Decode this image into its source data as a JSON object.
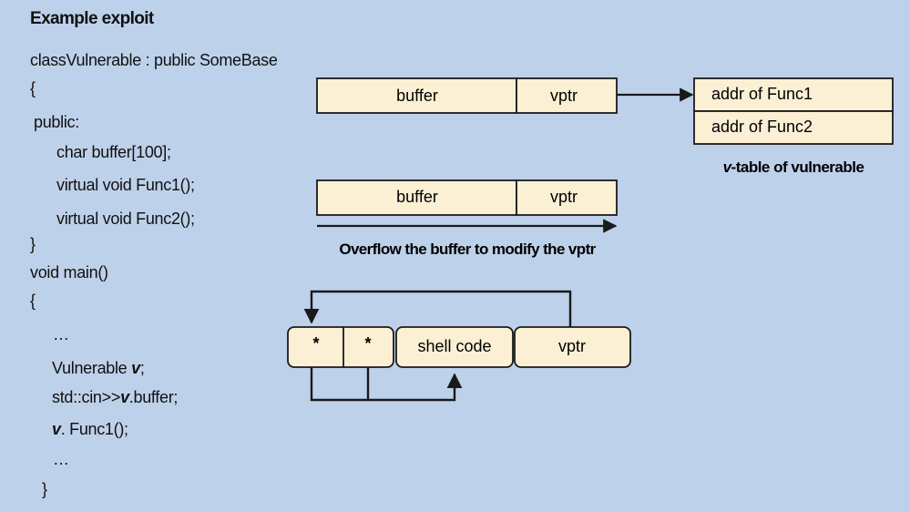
{
  "title": "Example exploit",
  "code": {
    "line1": "classVulnerable : public SomeBase",
    "line2": "{",
    "line3": "public:",
    "line4": "char buffer[100];",
    "line5": "virtual void Func1();",
    "line6": "virtual void Func2();",
    "line7": "}",
    "line8": "void main()",
    "line9": "{",
    "line10": "…",
    "line11_prefix": "Vulnerable ",
    "line11_var": "v",
    "line11_suffix": ";",
    "line12_prefix": "std::cin>>",
    "line12_var": "v",
    "line12_suffix": ".buffer;",
    "line13_var": "v",
    "line13_suffix": ". Func1();",
    "line14": "…",
    "line15": "}"
  },
  "diagram": {
    "object1": {
      "buffer": "buffer",
      "vptr": "vptr"
    },
    "vtable": {
      "entries": [
        "addr of Func1",
        "addr of Func2"
      ],
      "caption_var": "v",
      "caption_rest": "-table of vulnerable"
    },
    "object2": {
      "buffer": "buffer",
      "vptr": "vptr"
    },
    "overflow_caption": "Overflow the buffer to modify the vptr",
    "exploit": {
      "ptr1": "*",
      "ptr2": "*",
      "shellcode": "shell code",
      "vptr": "vptr"
    },
    "colors": {
      "box_fill": "#fbf0d4",
      "line": "#1a1a1a",
      "background": "#bed1ea"
    }
  }
}
